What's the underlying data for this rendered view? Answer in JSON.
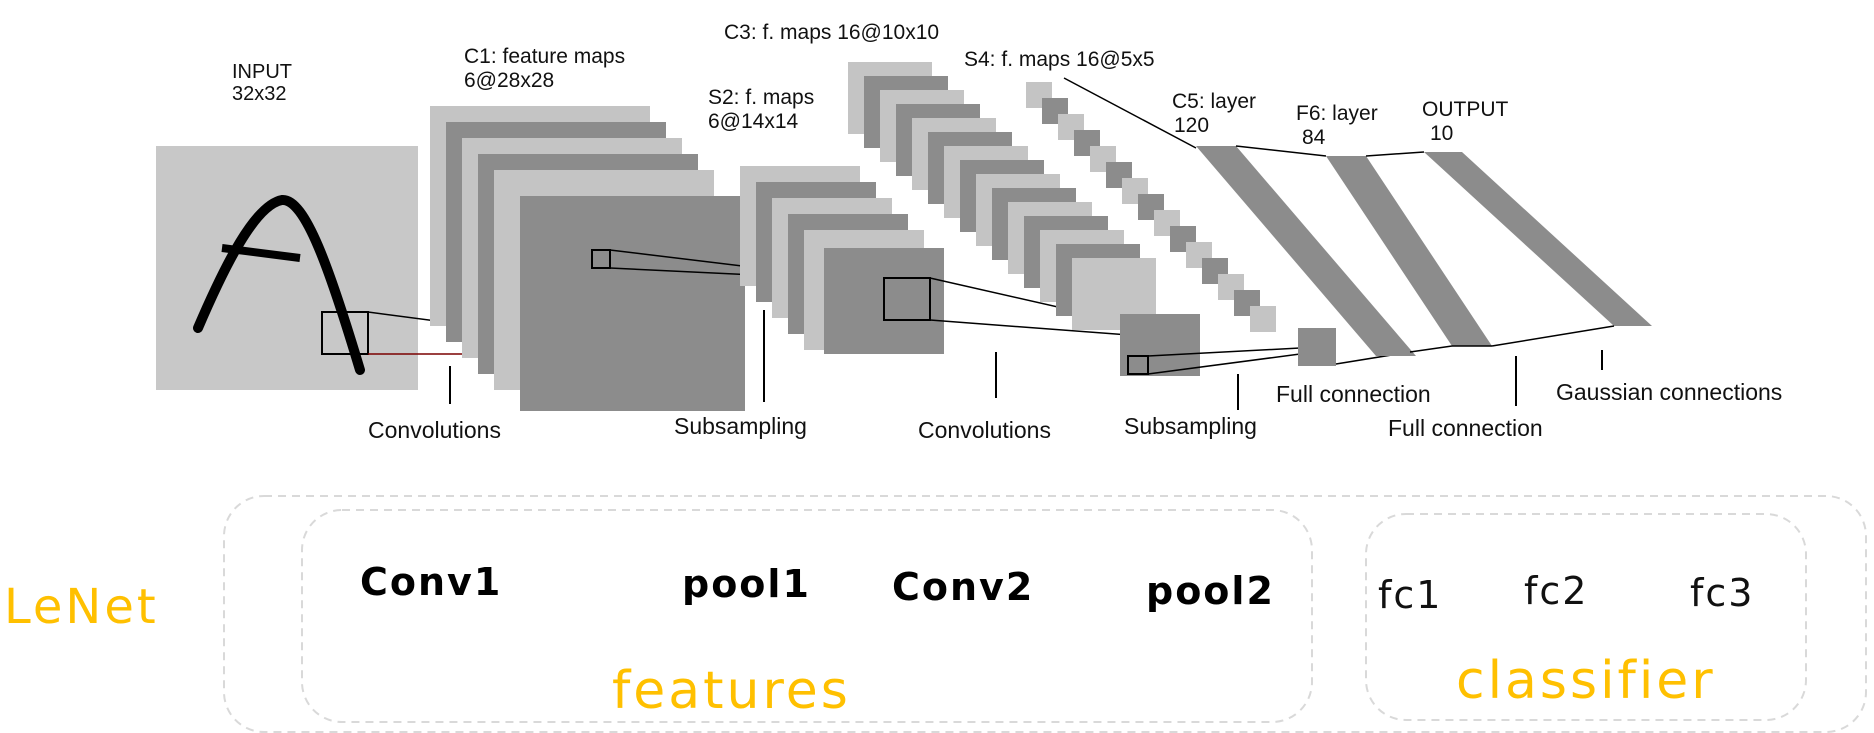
{
  "layers": {
    "input": {
      "title": "INPUT",
      "size": "32x32"
    },
    "c1": {
      "title": "C1: feature maps",
      "size": "6@28x28"
    },
    "s2": {
      "title": "S2: f. maps",
      "size": "6@14x14"
    },
    "c3": {
      "title": "C3: f. maps 16@10x10"
    },
    "s4": {
      "title": "S4: f. maps 16@5x5"
    },
    "c5": {
      "title": "C5: layer",
      "size": "120"
    },
    "f6": {
      "title": "F6: layer",
      "size": "84"
    },
    "output": {
      "title": "OUTPUT",
      "size": "10"
    }
  },
  "operations": {
    "conv1": "Convolutions",
    "sub1": "Subsampling",
    "conv2": "Convolutions",
    "sub2": "Subsampling",
    "full1": "Full connection",
    "full2": "Full connection",
    "gauss": "Gaussian connections"
  },
  "summary": {
    "model_name": "LeNet",
    "features_label": "features",
    "classifier_label": "classifier",
    "feature_layers": [
      "Conv1",
      "pool1",
      "Conv2",
      "pool2"
    ],
    "classifier_layers": [
      "fc1",
      "fc2",
      "fc3"
    ]
  },
  "colors": {
    "light_map": "#c4c4c4",
    "dark_map": "#8c8c8c",
    "accent_gold": "#ffc000"
  }
}
